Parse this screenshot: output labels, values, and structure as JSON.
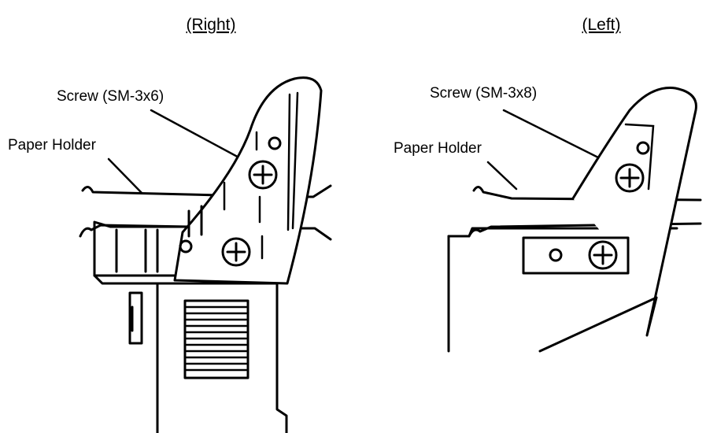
{
  "right_view": {
    "heading": "(Right)",
    "screw_label": "Screw (SM-3x6)",
    "holder_label": "Paper Holder"
  },
  "left_view": {
    "heading": "(Left)",
    "screw_label": "Screw (SM-3x8)",
    "holder_label": "Paper Holder"
  },
  "colors": {
    "line": "#000000",
    "background": "#ffffff"
  }
}
